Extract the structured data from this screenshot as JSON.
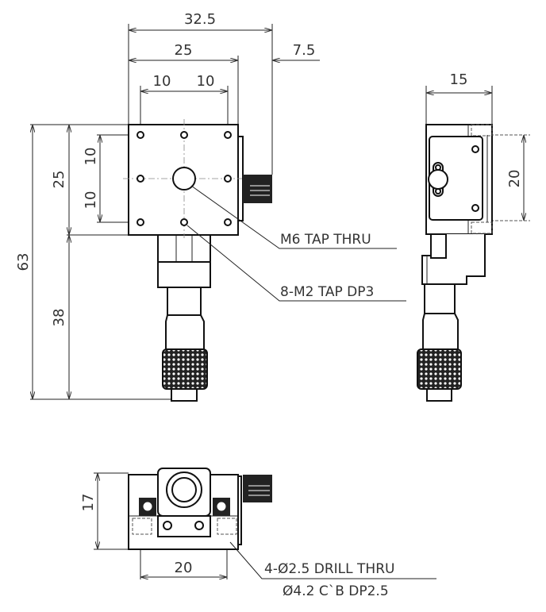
{
  "front_view": {
    "dims": {
      "overall_width": "32.5",
      "top_width": "25",
      "knob_offset": "7.5",
      "hole_pitch_x1": "10",
      "hole_pitch_x2": "10",
      "total_height": "63",
      "top_height": "25",
      "micrometer_length": "38",
      "hole_pitch_y1": "10",
      "hole_pitch_y2": "10"
    },
    "callouts": {
      "center_hole": "M6 TAP THRU",
      "mount_holes": "8-M2 TAP DP3"
    }
  },
  "side_view": {
    "dims": {
      "width": "15",
      "hole_pitch": "20"
    }
  },
  "bottom_view": {
    "dims": {
      "height": "17",
      "hole_pitch": "20"
    },
    "callouts": {
      "line1": "4-Ø2.5 DRILL THRU",
      "line2": "Ø4.2 C`B DP2.5"
    }
  }
}
